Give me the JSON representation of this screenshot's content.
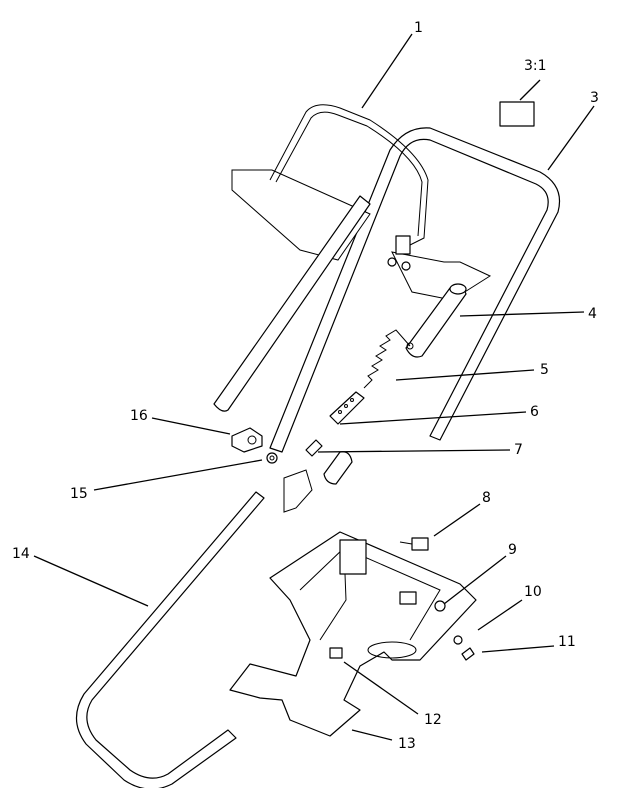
{
  "diagram": {
    "callouts": {
      "c1": "1",
      "c3_1": "3:1",
      "c3": "3",
      "c4": "4",
      "c5": "5",
      "c6": "6",
      "c7": "7",
      "c8": "8",
      "c9": "9",
      "c10": "10",
      "c11": "11",
      "c12": "12",
      "c13": "13",
      "c14": "14",
      "c15": "15",
      "c16": "16"
    }
  }
}
